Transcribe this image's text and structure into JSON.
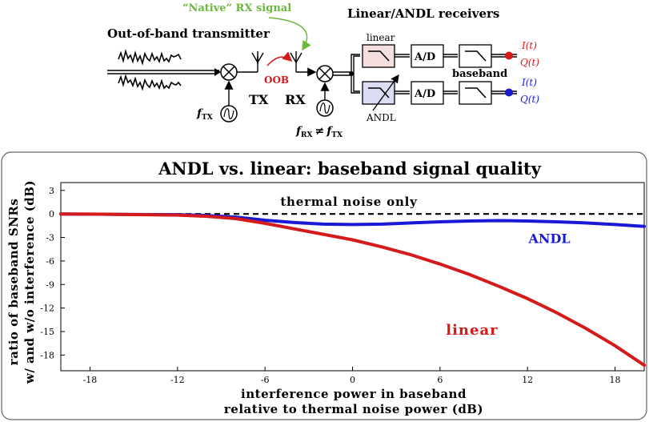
{
  "diagram": {
    "native_signal_label": "“Native” RX signal",
    "transmitter_label": "Out-of-band transmitter",
    "receivers_title": "Linear/ANDL receivers",
    "tx_label": "TX",
    "rx_label": "RX",
    "oob_label": "OOB",
    "f_tx_label": "f",
    "f_tx_sub": "TX",
    "f_rx_label": "f",
    "f_rx_sub": "RX",
    "f_rx_neq": "≠",
    "f_rx_rhs": "f",
    "f_rx_rhs_sub": "TX",
    "linear_label": "linear",
    "andl_label": "ANDL",
    "ad_label_1": "A/D",
    "ad_label_2": "A/D",
    "baseband_label": "baseband",
    "i_label_1": "I(t)",
    "q_label_1": "Q(t)",
    "i_label_2": "I(t)",
    "q_label_2": "Q(t)",
    "colors": {
      "green": "#6ab83c",
      "red": "#d41a1a",
      "blue": "#1a1ad4",
      "linear_box": "#f5dede",
      "andl_box": "#dcdcf5"
    }
  },
  "chart_data": {
    "type": "line",
    "title": "ANDL vs. linear:  baseband signal quality",
    "xlabel_line1": "interference power in baseband",
    "xlabel_line2": "relative to thermal noise power (dB)",
    "ylabel_line1": "ratio of baseband SNRs",
    "ylabel_line2": "w/ and w/o interference (dB)",
    "xlim": [
      -20,
      20
    ],
    "ylim": [
      -20,
      4
    ],
    "xticks": [
      -18,
      -12,
      -6,
      0,
      6,
      12,
      18
    ],
    "yticks": [
      3,
      0,
      -3,
      -6,
      -9,
      -12,
      -15,
      -18
    ],
    "reference": {
      "label": "thermal noise only",
      "y": 0,
      "style": "dashed"
    },
    "series": [
      {
        "name": "ANDL",
        "color": "#1a1ad4",
        "x": [
          -20,
          -16,
          -12,
          -10,
          -8,
          -6,
          -4,
          -2,
          0,
          2,
          4,
          6,
          8,
          10,
          12,
          14,
          16,
          18,
          20
        ],
        "y": [
          0,
          -0.05,
          -0.1,
          -0.2,
          -0.4,
          -0.8,
          -1.1,
          -1.3,
          -1.35,
          -1.3,
          -1.15,
          -1.0,
          -0.9,
          -0.85,
          -0.9,
          -1.0,
          -1.15,
          -1.35,
          -1.6
        ]
      },
      {
        "name": "linear",
        "color": "#d41a1a",
        "x": [
          -20,
          -16,
          -12,
          -10,
          -8,
          -6,
          -4,
          -2,
          0,
          2,
          4,
          6,
          8,
          10,
          12,
          14,
          16,
          18,
          20
        ],
        "y": [
          0,
          -0.05,
          -0.15,
          -0.3,
          -0.6,
          -1.2,
          -1.9,
          -2.6,
          -3.3,
          -4.2,
          -5.2,
          -6.4,
          -7.7,
          -9.2,
          -10.8,
          -12.6,
          -14.6,
          -16.8,
          -19.3
        ]
      }
    ]
  }
}
